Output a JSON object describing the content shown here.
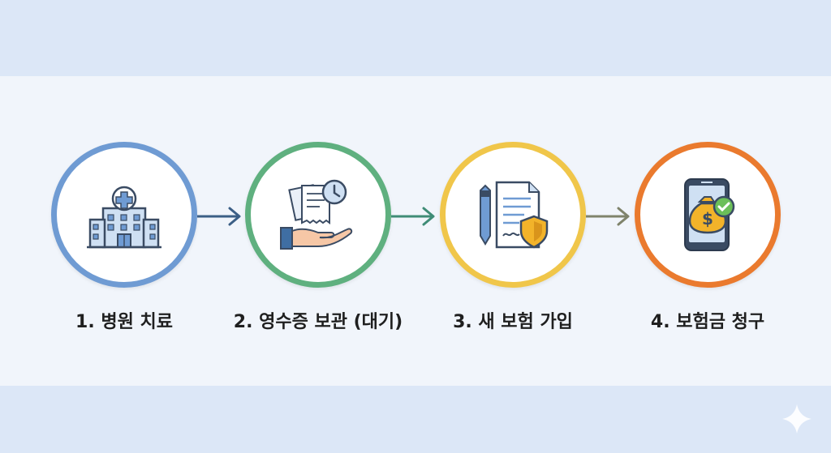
{
  "steps": [
    {
      "label": "1. 병원 치료",
      "icon": "hospital-icon",
      "ring_color": "#6f9bd3"
    },
    {
      "label": "2. 영수증 보관 (대기)",
      "icon": "receipt-hand-clock-icon",
      "ring_color": "#5fb07f"
    },
    {
      "label": "3. 새 보험 가입",
      "icon": "contract-shield-icon",
      "ring_color": "#f0c64a"
    },
    {
      "label": "4. 보험금 청구",
      "icon": "phone-moneybag-icon",
      "ring_color": "#ea7a2e"
    }
  ],
  "arrow_colors": [
    "#3c5f86",
    "#3f8c76",
    "#7f836b"
  ],
  "icon_colors": {
    "outline": "#3a4b63",
    "blue": "#6f9bd3",
    "blue_light": "#cfe0f3",
    "skin": "#f6c7a6",
    "gold": "#f2b32a",
    "green": "#6bbf59"
  }
}
